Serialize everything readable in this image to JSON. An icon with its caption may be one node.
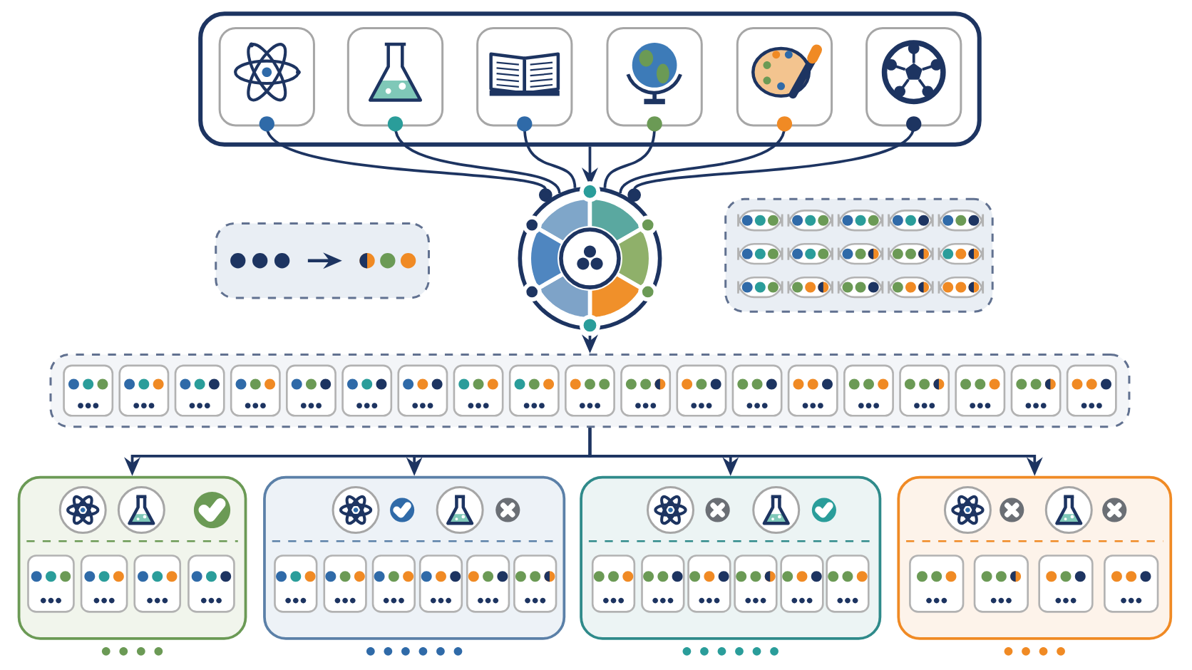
{
  "diagram": {
    "nodes": [
      {
        "text": [],
        "shape": "box"
      },
      {
        "text": [],
        "shape": "box",
        "in": 0
      },
      {
        "text": [],
        "shape": "box",
        "in": 0
      },
      {
        "text": [],
        "shape": "box",
        "in": 0
      },
      {
        "text": [],
        "shape": "box",
        "in": 0
      },
      {
        "text": [],
        "shape": "box",
        "in": 0
      },
      {
        "text": [],
        "shape": "box",
        "in": 0
      },
      {
        "text": [],
        "shape": "box"
      },
      {
        "text": [],
        "shape": "circle"
      },
      {
        "text": [],
        "shape": "box"
      },
      {
        "text": [],
        "shape": "box"
      },
      {
        "text": [],
        "shape": "box"
      },
      {
        "text": [],
        "shape": "box"
      },
      {
        "text": [],
        "shape": "box"
      },
      {
        "text": [],
        "shape": "box"
      }
    ],
    "edges": [
      {
        "from": 1,
        "to": 8,
        "arrow": "other"
      },
      {
        "from": 2,
        "to": 8,
        "arrow": "none"
      },
      {
        "from": 3,
        "to": 8,
        "arrow": "none"
      },
      {
        "from": 4,
        "to": 8,
        "arrow": "none"
      },
      {
        "from": 5,
        "to": 8,
        "arrow": "none"
      },
      {
        "from": 6,
        "to": 8,
        "arrow": "other"
      },
      {
        "from": 0,
        "to": 8,
        "arrow": "to"
      },
      {
        "from": 8,
        "to": 10,
        "arrow": "to"
      },
      {
        "from": 10,
        "to": 11,
        "arrow": "to"
      },
      {
        "from": 10,
        "to": 12,
        "arrow": "to"
      },
      {
        "from": 10,
        "to": 13,
        "arrow": "to"
      },
      {
        "from": 10,
        "to": 14,
        "arrow": "to"
      }
    ]
  }
}
